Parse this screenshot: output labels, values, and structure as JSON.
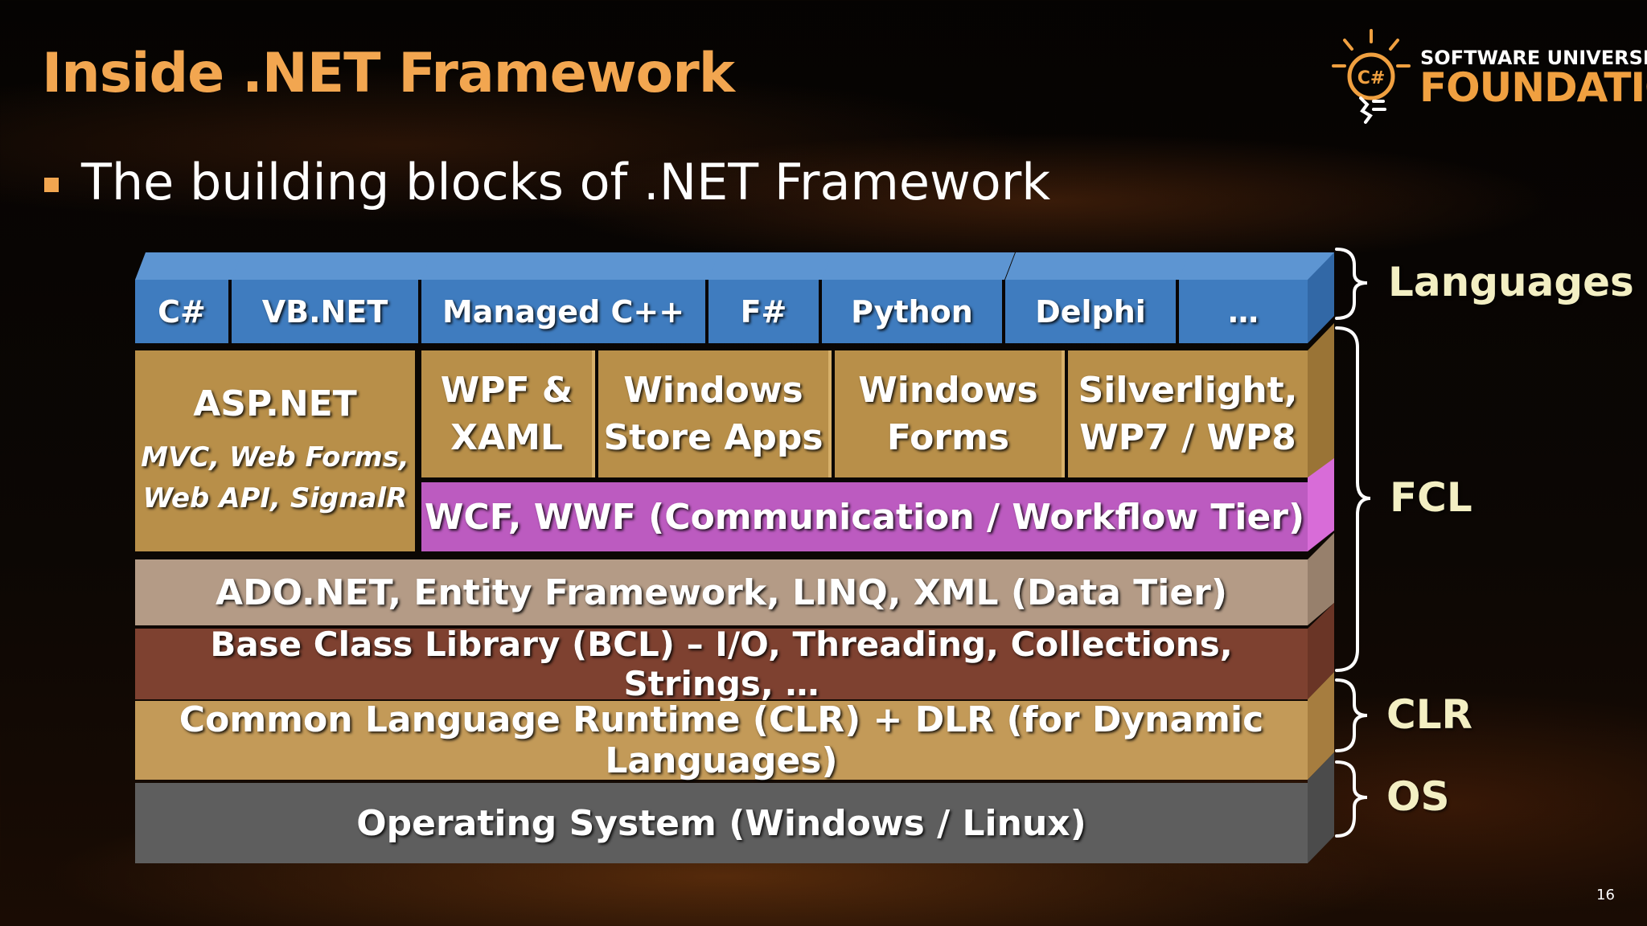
{
  "slide": {
    "title": "Inside .NET Framework",
    "bullet": "The building blocks of .NET Framework",
    "page_number": "16"
  },
  "logo": {
    "top": "SOFTWARE UNIVERSITY",
    "bottom": "FOUNDATION",
    "emblem_letters": "C#"
  },
  "languages": [
    "C#",
    "VB.NET",
    "Managed C++",
    "F#",
    "Python",
    "Delphi",
    "…"
  ],
  "fcl": {
    "asp_name": "ASP.NET",
    "asp_sub_1": "MVC, Web Forms,",
    "asp_sub_2": "Web API, SignalR",
    "ui_1": [
      "WPF &",
      "XAML"
    ],
    "ui_2": [
      "Windows",
      "Store Apps"
    ],
    "ui_3": [
      "Windows",
      "Forms"
    ],
    "ui_4": [
      "Silverlight,",
      "WP7 / WP8"
    ],
    "wcf": "WCF, WWF (Communication / Workflow Tier)",
    "ado": "ADO.NET, Entity Framework, LINQ, XML (Data Tier)",
    "bcl": "Base Class Library (BCL) – I/O, Threading, Collections, Strings, …"
  },
  "clr": "Common Language Runtime (CLR) + DLR (for Dynamic Languages)",
  "os": "Operating System (Windows / Linux)",
  "labels": {
    "languages": "Languages",
    "fcl": "FCL",
    "clr": "CLR",
    "os": "OS"
  },
  "colors": {
    "title": "#f2a650",
    "languages": "#3f7cbf",
    "ui_blocks": "#b88f49",
    "wcf": "#bc5bc0",
    "ado": "#b49b86",
    "bcl": "#7e4130",
    "clr": "#c39a58",
    "os": "#5e5e5e",
    "side_labels": "#f3efc3"
  }
}
